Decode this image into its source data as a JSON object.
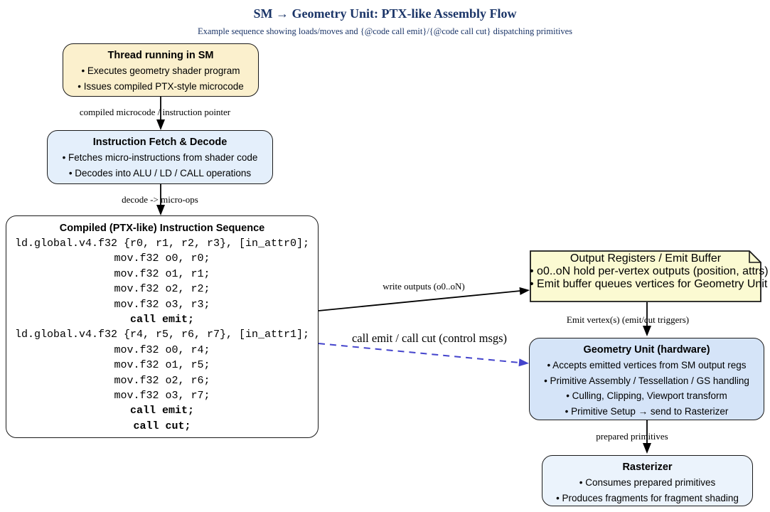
{
  "title": "SM → Geometry Unit: PTX-like Assembly Flow",
  "subtitle": "Example sequence showing loads/moves and {@code call emit}/{@code call cut} dispatching primitives",
  "colors": {
    "title_text": "#1b3568",
    "node_border": "#1a1a1a",
    "thread_fill": "#fbf0cd",
    "fetch_fill": "#e4effb",
    "code_fill": "#ffffff",
    "emit_buffer_fill": "#fbfad2",
    "geometry_fill": "#d5e4f8",
    "rasterizer_fill": "#ebf3fc",
    "solid_edge": "#000000",
    "dashed_edge": "#4444cc"
  },
  "nodes": {
    "thread": {
      "title": "Thread running in SM",
      "bullets": [
        "• Executes geometry shader program",
        "• Issues compiled PTX-style microcode"
      ]
    },
    "fetch": {
      "title": "Instruction Fetch & Decode",
      "bullets": [
        "• Fetches micro-instructions from shader code",
        "• Decodes into ALU / LD / CALL operations"
      ]
    },
    "code": {
      "title": "Compiled (PTX-like) Instruction Sequence",
      "lines": [
        "ld.global.v4.f32 {r0, r1, r2, r3}, [in_attr0];",
        "mov.f32 o0, r0;",
        "mov.f32 o1, r1;",
        "mov.f32 o2, r2;",
        "mov.f32 o3, r3;",
        "call emit;",
        "ld.global.v4.f32 {r4, r5, r6, r7}, [in_attr1];",
        "mov.f32 o0, r4;",
        "mov.f32 o1, r5;",
        "mov.f32 o2, r6;",
        "mov.f32 o3, r7;",
        "call emit;",
        "call cut;"
      ]
    },
    "emit_buffer": {
      "title": "Output Registers / Emit Buffer",
      "bullets": [
        "• o0..oN hold per-vertex outputs (position, attrs)",
        "• Emit buffer queues vertices for Geometry Unit"
      ]
    },
    "geometry": {
      "title": "Geometry Unit (hardware)",
      "bullets": [
        "• Accepts emitted vertices from SM output regs",
        "• Primitive Assembly / Tessellation / GS handling",
        "• Culling, Clipping, Viewport transform",
        "• Primitive Setup → send to Rasterizer"
      ]
    },
    "rasterizer": {
      "title": "Rasterizer",
      "bullets": [
        "• Consumes prepared primitives",
        "• Produces fragments for fragment shading"
      ]
    }
  },
  "edges": {
    "thread_fetch": "compiled microcode / instruction pointer",
    "fetch_code": "decode -> micro-ops",
    "code_buffer": "write outputs (o0..oN)",
    "code_geometry": "call emit / call cut (control msgs)",
    "buffer_geometry": "Emit vertex(s) (emit/cut triggers)",
    "geometry_rasterizer": "prepared primitives"
  }
}
